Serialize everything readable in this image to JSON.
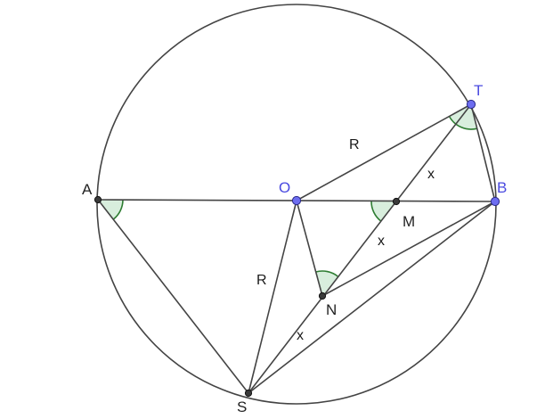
{
  "colors": {
    "line": "#444444",
    "free_point": "#6d6df0",
    "fixed_point": "#3a3a3a",
    "free_label": "#4a4ae0",
    "fixed_label": "#222222",
    "angle_fill": "#d8eedd",
    "angle_stroke": "#2e7d32",
    "background": "#ffffff"
  },
  "points": {
    "A": {
      "label": "A",
      "kind": "fixed"
    },
    "O": {
      "label": "O",
      "kind": "free"
    },
    "M": {
      "label": "M",
      "kind": "fixed"
    },
    "B": {
      "label": "B",
      "kind": "free"
    },
    "T": {
      "label": "T",
      "kind": "free"
    },
    "N": {
      "label": "N",
      "kind": "fixed"
    },
    "S": {
      "label": "S",
      "kind": "fixed"
    }
  },
  "segment_labels": {
    "OT": "R",
    "OS": "R",
    "TM": "x",
    "MN": "x",
    "NS": "x"
  },
  "segments": [
    "AB",
    "AS",
    "OT",
    "OS",
    "ON",
    "TS",
    "TB",
    "BN",
    "BS"
  ],
  "marked_angles": [
    "SAB",
    "OMN",
    "ONM",
    "OTB"
  ]
}
